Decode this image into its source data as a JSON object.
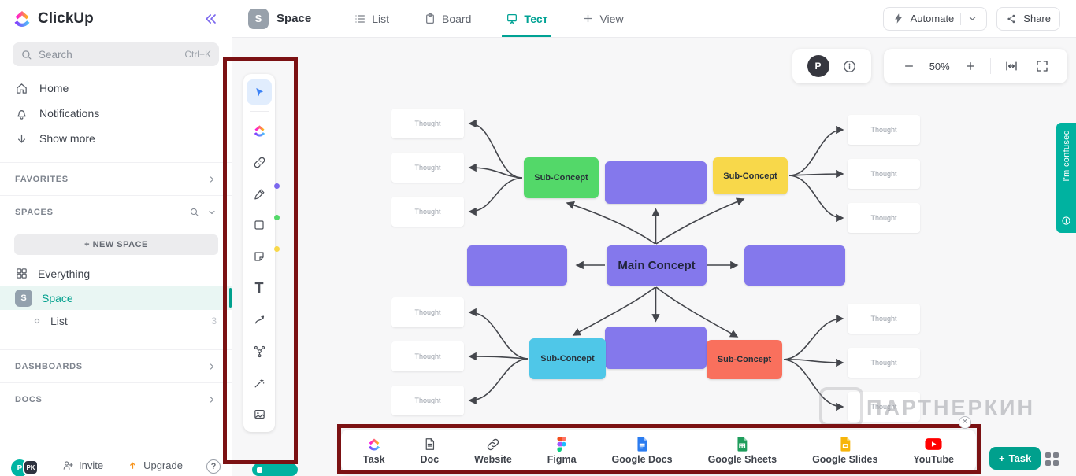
{
  "brand": {
    "name": "ClickUp"
  },
  "sidebar": {
    "search": {
      "placeholder": "Search",
      "shortcut": "Ctrl+K"
    },
    "nav": {
      "home": "Home",
      "notifications": "Notifications",
      "show_more": "Show more"
    },
    "sections": {
      "favorites": "FAVORITES",
      "spaces": "SPACES",
      "dashboards": "DASHBOARDS",
      "docs": "DOCS"
    },
    "new_space_label": "+ NEW SPACE",
    "items": {
      "everything": "Everything",
      "space": "Space",
      "space_initial": "S",
      "list": "List",
      "list_count": "3"
    },
    "footer": {
      "avatar_primary": "P",
      "avatar_secondary": "PK",
      "invite": "Invite",
      "upgrade": "Upgrade",
      "help": "?"
    }
  },
  "header": {
    "space_initial": "S",
    "space_name": "Space",
    "tabs": {
      "list": "List",
      "board": "Board",
      "test": "Тест",
      "view": "View"
    },
    "automate_label": "Automate",
    "share_label": "Share"
  },
  "canvas": {
    "presence_initial": "P",
    "zoom_level": "50%",
    "confused_ribbon": "I'm confused",
    "watermark": "ПАРТНЕРКИН",
    "mindmap": {
      "main_label": "Main Concept",
      "sub_label": "Sub-Concept",
      "thought_label": "Thought",
      "node_colors": {
        "purple": "#8478ec",
        "green": "#53d869",
        "yellow": "#f8d84a",
        "blue": "#4fc7e8",
        "red": "#f9705d"
      }
    },
    "embed_bar": {
      "items": [
        {
          "label": "Task",
          "icon": "clickup-icon"
        },
        {
          "label": "Doc",
          "icon": "doc-icon"
        },
        {
          "label": "Website",
          "icon": "link-icon"
        },
        {
          "label": "Figma",
          "icon": "figma-icon"
        },
        {
          "label": "Google Docs",
          "icon": "google-docs-icon"
        },
        {
          "label": "Google Sheets",
          "icon": "google-sheets-icon"
        },
        {
          "label": "Google Slides",
          "icon": "google-slides-icon"
        },
        {
          "label": "YouTube",
          "icon": "youtube-icon"
        }
      ]
    },
    "task_button": {
      "plus": "+",
      "label": "Task"
    }
  },
  "annotations": {
    "color": "#7b1113"
  }
}
